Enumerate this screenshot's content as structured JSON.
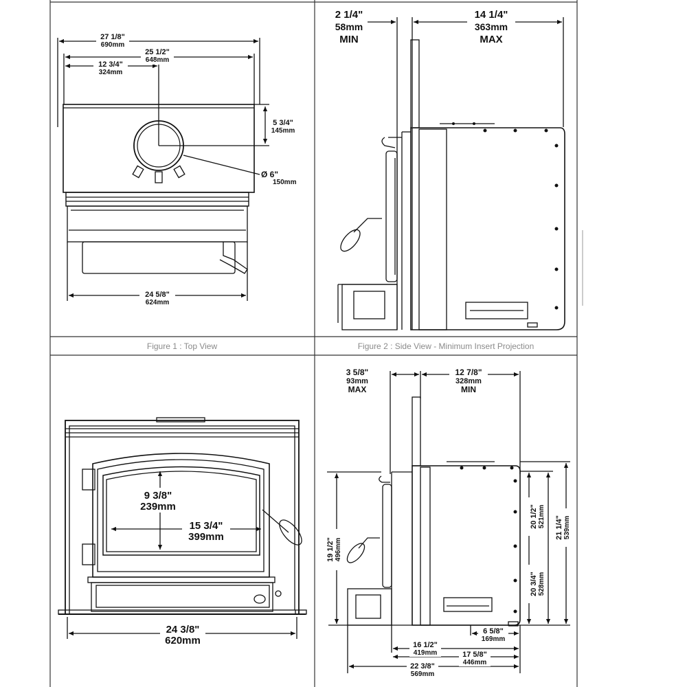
{
  "figures": {
    "top": {
      "caption": "Figure 1 : Top View",
      "dims": {
        "overall_in": "27 1/8\"",
        "overall_mm": "690mm",
        "mid_in": "25 1/2\"",
        "mid_mm": "648mm",
        "center_in": "12 3/4\"",
        "center_mm": "324mm",
        "depth_in": "5 3/4\"",
        "depth_mm": "145mm",
        "flue_in": "Ø  6\"",
        "flue_mm": "150mm",
        "base_in": "24 5/8\"",
        "base_mm": "624mm"
      }
    },
    "side_min": {
      "caption": "Figure 2 : Side View - Minimum Insert Projection",
      "dims": {
        "proj_in": "2 1/4\"",
        "proj_mm": "58mm",
        "proj_tag": "MIN",
        "depth_in": "14 1/4\"",
        "depth_mm": "363mm",
        "depth_tag": "MAX"
      }
    },
    "front": {
      "dims": {
        "glass_h_in": "9 3/8\"",
        "glass_h_mm": "239mm",
        "glass_w_in": "15 3/4\"",
        "glass_w_mm": "399mm",
        "width_in": "24 3/8\"",
        "width_mm": "620mm"
      }
    },
    "side_max": {
      "dims": {
        "proj_in": "3 5/8\"",
        "proj_mm": "93mm",
        "proj_tag": "MAX",
        "depth_in": "12 7/8\"",
        "depth_mm": "328mm",
        "depth_tag": "MIN",
        "h_left_in": "19 1/2\"",
        "h_left_mm": "496mm",
        "h1_in": "20 1/2\"",
        "h1_mm": "521mm",
        "h2_in": "20 3/4\"",
        "h2_mm": "528mm",
        "h3_in": "21 1/4\"",
        "h3_mm": "539mm",
        "b1_in": "16 1/2\"",
        "b1_mm": "419mm",
        "b2_in": "6 5/8\"",
        "b2_mm": "169mm",
        "b3_in": "17 5/8\"",
        "b3_mm": "446mm",
        "b4_in": "22 3/8\"",
        "b4_mm": "569mm"
      }
    }
  }
}
